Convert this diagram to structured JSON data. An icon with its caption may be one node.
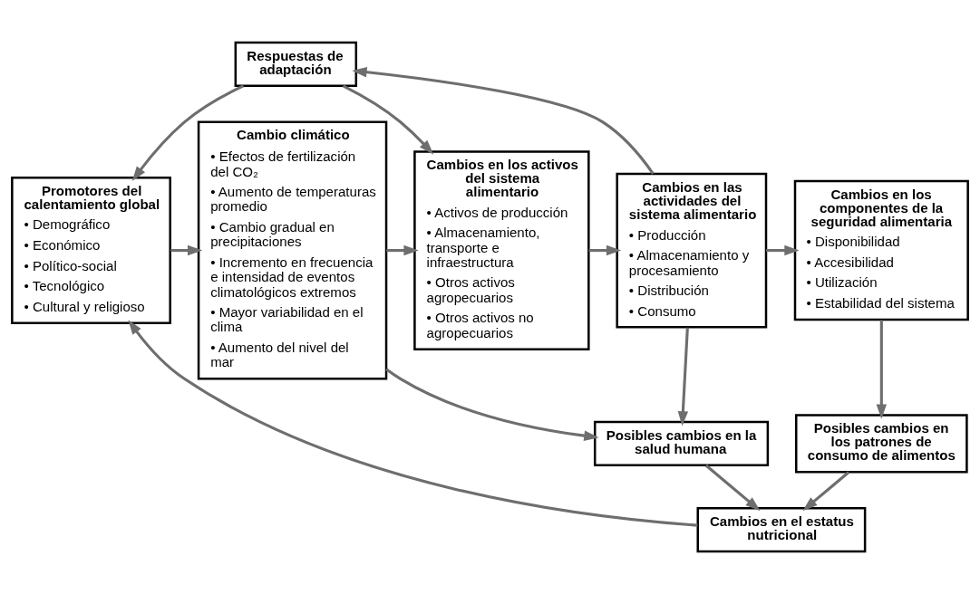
{
  "diagram": {
    "nodes": [
      {
        "text": [
          "Respuestas de adaptación"
        ]
      },
      {
        "text": [
          "Promotores del calentamiento global",
          "• Demográfico",
          "• Económico",
          "• Político-social",
          "• Tecnológico",
          "• Cultural y religioso"
        ]
      },
      {
        "text": [
          "Cambio climático",
          "• Efectos de fertilización del CO₂",
          "• Aumento de temperaturas promedio",
          "• Cambio gradual en precipitaciones",
          "• Incremento en frecuencia e intensidad de eventos climatológicos extremos",
          "• Mayor variabilidad en el clima",
          "• Aumento del nivel del mar"
        ]
      },
      {
        "text": [
          "Cambios en los activos del sistema alimentario",
          "• Activos de producción",
          "• Almacenamiento, transporte e infraestructura",
          "• Otros activos agropecuarios",
          "• Otros activos no agropecuarios"
        ]
      },
      {
        "text": [
          "Cambios en las actividades del sistema alimentario",
          "• Producción",
          "• Almacenamiento y procesamiento",
          "• Distribución",
          "• Consumo"
        ]
      },
      {
        "text": [
          "Cambios en los componentes de la seguridad alimentaria",
          "• Disponibilidad",
          "• Accesibilidad",
          "• Utilización",
          "• Estabilidad del sistema"
        ]
      },
      {
        "text": [
          "Posibles cambios en la salud humana"
        ]
      },
      {
        "text": [
          "Posibles cambios en los patrones de consumo de alimentos"
        ]
      },
      {
        "text": [
          "Cambios en el estatus nutricional"
        ]
      }
    ],
    "edges": [
      {
        "from": 0,
        "to": 1,
        "arrow": "to"
      },
      {
        "from": 0,
        "to": 3,
        "arrow": "to"
      },
      {
        "from": 4,
        "to": 0,
        "arrow": "to"
      },
      {
        "from": 1,
        "to": 2,
        "arrow": "to"
      },
      {
        "from": 2,
        "to": 3,
        "arrow": "to"
      },
      {
        "from": 3,
        "to": 4,
        "arrow": "to"
      },
      {
        "from": 4,
        "to": 5,
        "arrow": "to"
      },
      {
        "from": 2,
        "to": 6,
        "arrow": "to"
      },
      {
        "from": 4,
        "to": 6,
        "arrow": "to"
      },
      {
        "from": 5,
        "to": 7,
        "arrow": "to"
      },
      {
        "from": 6,
        "to": 8,
        "arrow": "to"
      },
      {
        "from": 7,
        "to": 8,
        "arrow": "to"
      },
      {
        "from": 8,
        "to": 1,
        "arrow": "to"
      }
    ]
  }
}
